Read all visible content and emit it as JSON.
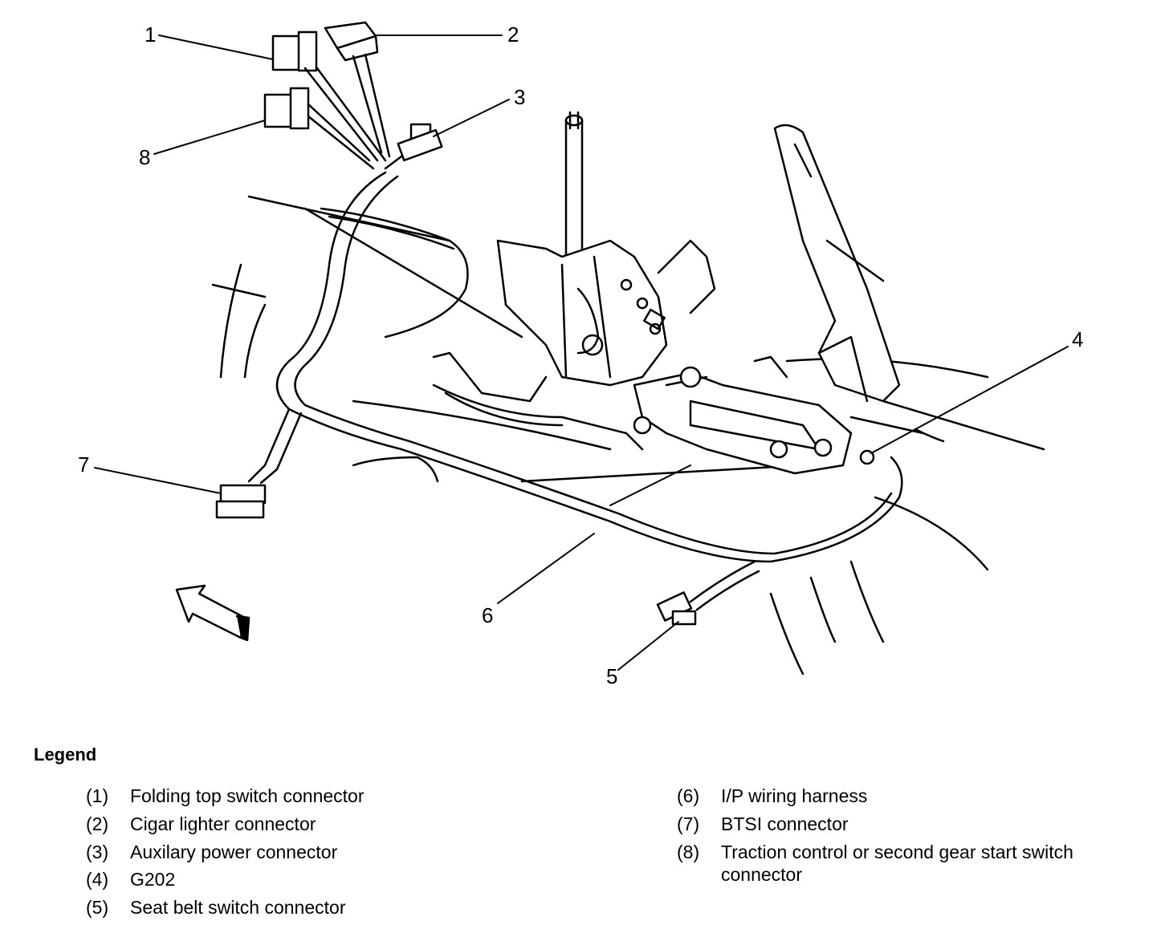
{
  "callouts": [
    "1",
    "2",
    "3",
    "4",
    "5",
    "6",
    "7",
    "8"
  ],
  "legend": {
    "title": "Legend",
    "items": [
      {
        "num": "(1)",
        "text": "Folding top switch connector"
      },
      {
        "num": "(2)",
        "text": "Cigar lighter connector"
      },
      {
        "num": "(3)",
        "text": "Auxilary power connector"
      },
      {
        "num": "(4)",
        "text": "G202"
      },
      {
        "num": "(5)",
        "text": "Seat belt switch connector"
      },
      {
        "num": "(6)",
        "text": "I/P wiring harness"
      },
      {
        "num": "(7)",
        "text": "BTSI connector"
      },
      {
        "num": "(8)",
        "text": "Traction control or second gear start switch connector"
      }
    ]
  },
  "colors": {
    "ink": "#000000",
    "paper": "#ffffff"
  }
}
